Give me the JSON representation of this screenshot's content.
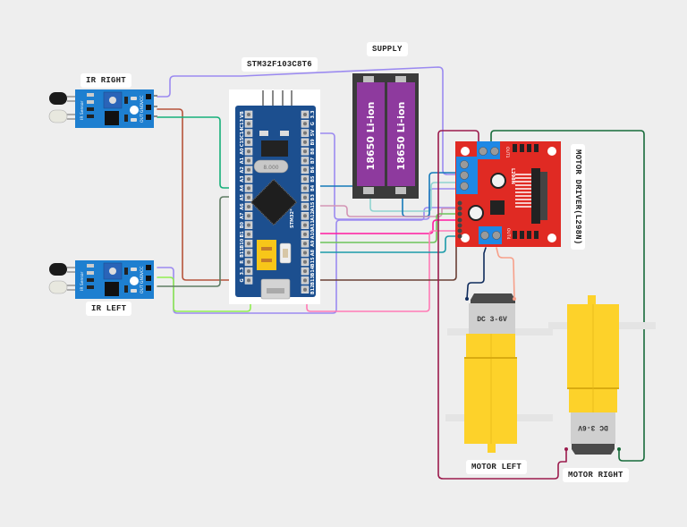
{
  "diagram": {
    "title": "Line follower robot wiring",
    "labels": {
      "mcu": "STM32F103C8T6",
      "supply": "SUPPLY",
      "ir_right": "IR RIGHT",
      "ir_left": "IR LEFT",
      "driver": "MOTOR DRIVER(L298N)",
      "motor_left": "MOTOR LEFT",
      "motor_right": "MOTOR RIGHT"
    },
    "components": {
      "ir_sensor": {
        "board_text": "IR Sensor",
        "pins": [
          "VCC",
          "GND",
          "OUT"
        ],
        "color": "#1e7fd0"
      },
      "stm32": {
        "left_pins": [
          "VB",
          "C13",
          "C14",
          "C15",
          "A0",
          "A1",
          "A2",
          "A3",
          "A4",
          "A5",
          "A6",
          "A7",
          "B0",
          "B1",
          "B10",
          "B11",
          "R",
          "3.3",
          "G"
        ],
        "right_pins": [
          "3.3",
          "G",
          "5V",
          "B9",
          "B8",
          "B7",
          "B6",
          "B5",
          "B4",
          "B3",
          "A15",
          "A12",
          "A11",
          "A10",
          "A9",
          "A8",
          "B15",
          "B14",
          "B13",
          "B12"
        ],
        "crystal_text": "8.000",
        "chip_text": "STM32",
        "silk_text": "STM32*",
        "color": "#1c4f8f"
      },
      "battery": {
        "cells": [
          "18650 Li-ion",
          "18650 Li-ion"
        ],
        "color": "#8e3a9e"
      },
      "driver": {
        "chip_text": "L298N",
        "terminal_labels": [
          "OUT2",
          "OUT1",
          "12V",
          "GND",
          "5V",
          "OUT3",
          "OUT4"
        ],
        "control_pins": [
          "ENA",
          "IN1",
          "IN2",
          "IN3",
          "IN4",
          "ENB"
        ],
        "color": "#e02a23"
      },
      "motor": {
        "text": "DC 3-6V",
        "body_color": "#fdd22a"
      }
    },
    "wires": [
      {
        "name": "ir-right-vcc",
        "color": "#9b8af0"
      },
      {
        "name": "ir-right-gnd",
        "color": "#b6533b"
      },
      {
        "name": "ir-right-out",
        "color": "#17b07a"
      },
      {
        "name": "ir-left-vcc",
        "color": "#9b8af0"
      },
      {
        "name": "ir-left-gnd",
        "color": "#90ee50"
      },
      {
        "name": "ir-left-out",
        "color": "#5f7d64"
      },
      {
        "name": "battery-plus",
        "color": "#9b8af0"
      },
      {
        "name": "battery-out-1",
        "color": "#8fd4d0"
      },
      {
        "name": "battery-out-2",
        "color": "#157ab9"
      },
      {
        "name": "ena",
        "color": "#d395b5"
      },
      {
        "name": "in1",
        "color": "#6cc35a"
      },
      {
        "name": "in2",
        "color": "#ff1aa0"
      },
      {
        "name": "in3",
        "color": "#1a1a1a"
      },
      {
        "name": "in4",
        "color": "#ff7ab5"
      },
      {
        "name": "enb",
        "color": "#1a9aa8"
      },
      {
        "name": "out2-motor-right",
        "color": "#9b1b4d"
      },
      {
        "name": "out1-motor-right",
        "color": "#176b3a"
      },
      {
        "name": "out3-motor-left",
        "color": "#0f2b5c"
      },
      {
        "name": "out4-motor-left",
        "color": "#f7a08a"
      },
      {
        "name": "gnd-link",
        "color": "#6b4035"
      }
    ]
  }
}
